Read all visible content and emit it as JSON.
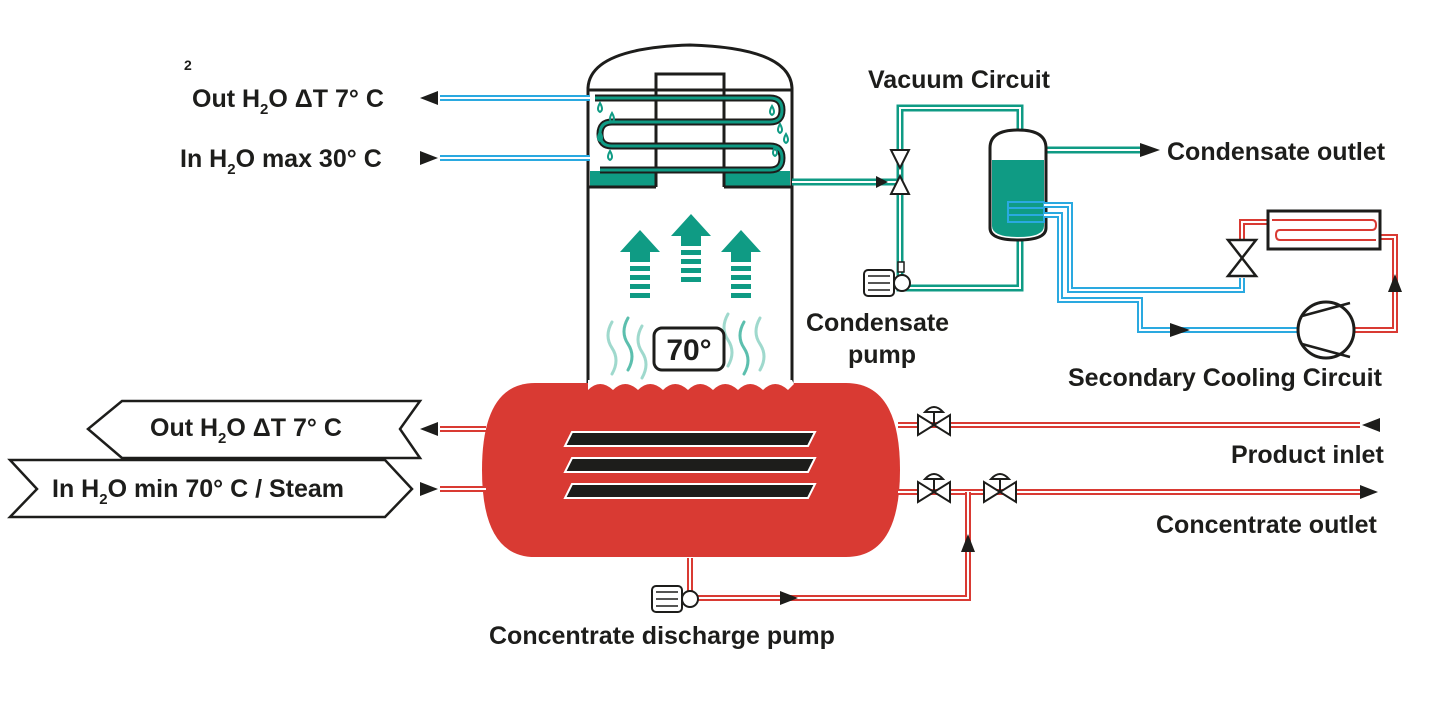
{
  "labels": {
    "footnote": "2",
    "cool_out_pre": "Out H",
    "cool_out_sub": "2",
    "cool_out_post": "O ΔT 7° C",
    "cool_in_pre": "In H",
    "cool_in_sub": "2",
    "cool_in_post": "O max 30° C",
    "vacuum_circuit": "Vacuum Circuit",
    "condensate_outlet": "Condensate outlet",
    "condensate_pump_line1": "Condensate",
    "condensate_pump_line2": "pump",
    "secondary_cooling": "Secondary Cooling Circuit",
    "temperature": "70°",
    "heat_out_pre": "Out H",
    "heat_out_sub": "2",
    "heat_out_post": "O ΔT 7° C",
    "heat_in_pre": "In H",
    "heat_in_sub": "2",
    "heat_in_post": "O min 70° C / Steam",
    "product_inlet": "Product inlet",
    "concentrate_outlet": "Concentrate outlet",
    "discharge_pump": "Concentrate discharge pump"
  },
  "colors": {
    "hot": "#d93a33",
    "teal": "#0f9b84",
    "blue": "#2aa9e0",
    "ink": "#1d1d1b"
  }
}
